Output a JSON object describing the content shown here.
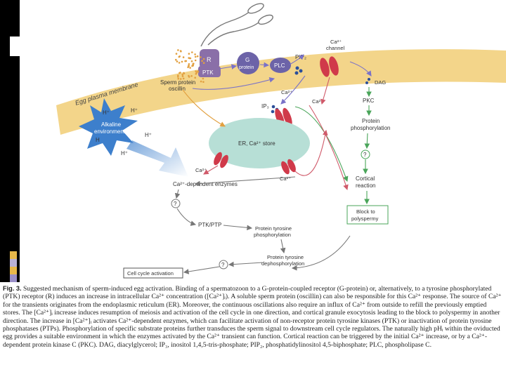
{
  "diagram": {
    "labels": {
      "membrane": "Egg plasma membrane",
      "receptor": "R",
      "gprotein_1": "G",
      "gprotein_2": "protein",
      "plc": "PLC",
      "ptk": "PTK",
      "pip2": "PIP₂",
      "ca_channel_1": "Ca²⁺",
      "ca_channel_2": "channel",
      "dag": "DAG",
      "oscillin_1": "Sperm protein",
      "oscillin_2": "oscillin",
      "ca_membrane_1": "Ca²⁺",
      "ca_membrane_2": "Ca²⁺",
      "ip3": "IP₃",
      "pkc": "PKC",
      "protein_phos_1": "Protein",
      "protein_phos_2": "phosphorylation",
      "q1": "?",
      "cortical_1": "Cortical",
      "cortical_2": "reaction",
      "block_1": "Block to",
      "block_2": "polyspermy",
      "h1": "H⁺",
      "h2": "H⁺",
      "h3": "H⁺",
      "h4": "H",
      "h5": "H⁺",
      "alkaline_1": "Alkaline",
      "alkaline_2": "environment",
      "er": "ER, Ca²⁺ store",
      "ca_left": "Ca²⁺",
      "ca_right": "Ca²⁺",
      "ca_enzymes": "Ca²⁺-dependent enzymes",
      "q2": "?",
      "ptk_ptp": "PTK/PTP",
      "tyr_phos_1": "Protein tyrosine",
      "tyr_phos_2": "phosphorylation",
      "tyr_dephos_1": "Protein tyrosine",
      "tyr_dephos_2": "dephosphorylation",
      "q3": "?",
      "cell_cycle": "Cell cycle activation"
    },
    "colors": {
      "membrane": "#f3d58a",
      "er": "#b7dfd6",
      "receptor": "#8a6fa8",
      "plc": "#6c63a8",
      "channel": "#d03a4a",
      "arrow_blue": "#7a72c8",
      "arrow_orange": "#e2a040",
      "arrow_green": "#4aa55a",
      "arrow_red": "#d05a6a",
      "star": "#3d7fcc"
    }
  },
  "caption": {
    "label": "Fig. 3.",
    "text": "Suggested mechanism of sperm-induced egg activation. Binding of a spermatozoon to a G-protein-coupled receptor (G-protein) or, alternatively, to a tyrosine phosphorylated (PTK) receptor (R) induces an increase in intracellular Ca²⁺ concentration ([Ca²⁺]ᵢ). A soluble sperm protein (oscillin) can also be responsible for this Ca²⁺ response. The source of Ca²⁺ for the transients originates from the endoplasmic reticulum (ER). Moreover, the continuous oscillations also require an influx of Ca²⁺ from outside to refill the previously emptied stores. The [Ca²⁺]ᵢ increase induces resumption of meiosis and activation of the cell cycle in one direction, and cortical granule exocytosis leading to the block to polyspermy in another direction. The increase in [Ca²⁺]ᵢ activates Ca²⁺-dependent enzymes, which can facilitate activation of non-receptor protein tyrosine kinases (PTK) or inactivation of protein tyrosine phosphatases (PTPs). Phosphorylation of specific substrate proteins further transduces the sperm signal to downstream cell cycle regulators. The naturally high pHᵢ within the oviducted egg provides a suitable environment in which the enzymes activated by the Ca²⁺ transient can function. Cortical reaction can be triggered by the initial Ca²⁺ increase, or by a Ca²⁺-dependent protein kinase C (PKC). DAG, diacylglycerol; IP₃, inositol 1,4,5-tris-phosphate; PIP₂, phosphatidylinositol 4,5-biphosphate; PLC, phospholipase C."
  },
  "deco": {
    "strip_colors": [
      "#e8b84a",
      "#b9b1d6",
      "#e8b84a",
      "#9a8fc8"
    ]
  }
}
